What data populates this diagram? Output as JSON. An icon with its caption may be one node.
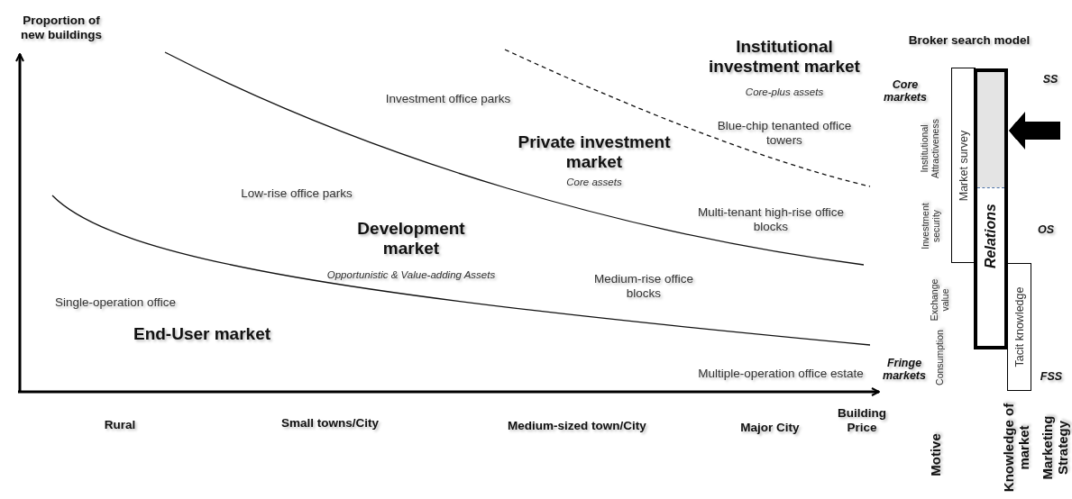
{
  "diagram": {
    "nodes": [
      {
        "text": [
          "Market survey"
        ]
      },
      {
        "text": [
          "Relations"
        ]
      },
      {
        "text": [
          "Tacit knowledge"
        ]
      }
    ],
    "edges": [
      {
        "from": null,
        "to": 1,
        "arrow": "to"
      }
    ],
    "labels": [
      "Proportion of new buildings",
      "Institutional investment market",
      "Broker search model",
      "Core-plus assets",
      "Core markets",
      "SS",
      "Investment office parks",
      "Blue-chip tenanted office towers",
      "Private investment market",
      "Core assets",
      "Institutional Attractiveness",
      "Low-rise office parks",
      "Multi-tenant high-rise office blocks",
      "Development market",
      "Investment security",
      "OS",
      "Opportunistic & Value-adding Assets",
      "Medium-rise office blocks",
      "Single-operation office",
      "Exchange value",
      "End-User market",
      "Fringe markets",
      "Multiple-operation office estate",
      "Consumption",
      "FSS",
      "Rural",
      "Small towns/City",
      "Medium-sized town/City",
      "Major City",
      "Building Price",
      "Motive",
      "Knowledge of market",
      "Marketing Strategy"
    ]
  }
}
